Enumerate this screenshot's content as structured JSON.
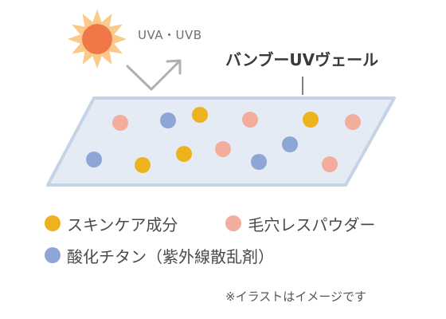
{
  "sun": {
    "label": "UVA・UVB",
    "disc_color": "#f07848",
    "ray_color": "#fbc98a"
  },
  "arrow": {
    "color": "#b0b0b0"
  },
  "film": {
    "label": "バンブーUVヴェール",
    "fill": "#e4ebf5",
    "stroke": "#c5d3e6"
  },
  "legend": {
    "items": [
      {
        "key": "skincare",
        "label": "スキンケア成分",
        "color": "#ecb31e"
      },
      {
        "key": "pore",
        "label": "毛穴レスパウダー",
        "color": "#f2ad9c"
      },
      {
        "key": "titanium",
        "label": "酸化チタン（紫外線散乱剤）",
        "color": "#8ea6d6"
      }
    ]
  },
  "note": "※イラストはイメージです"
}
